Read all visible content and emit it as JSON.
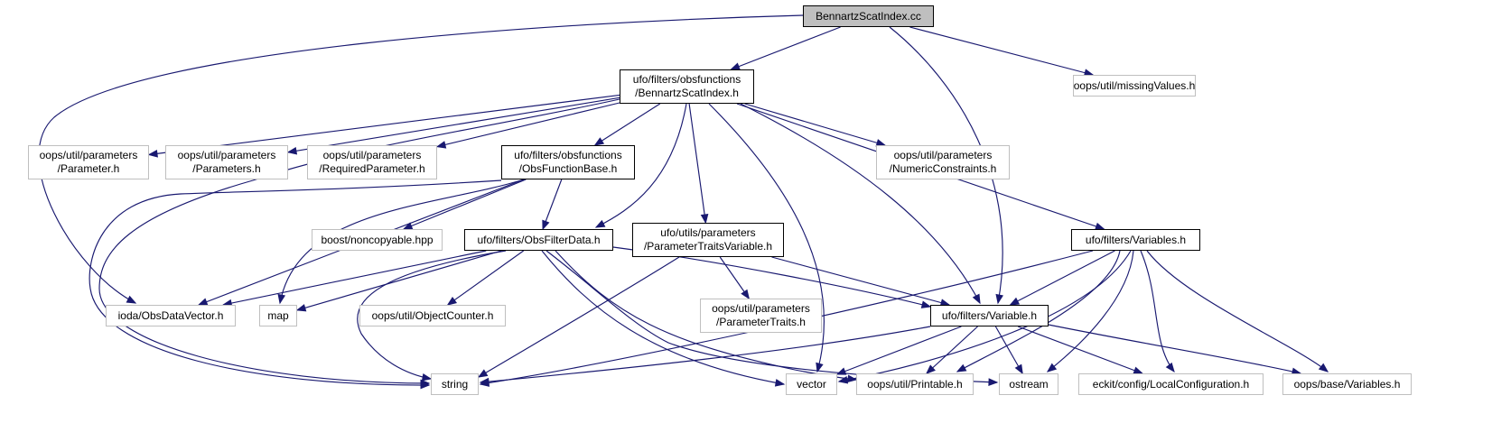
{
  "graph": {
    "colors": {
      "edge": "#191970",
      "root_fill": "#bfbfbf",
      "internal_border": "#000000",
      "external_border": "#bfbfbf"
    },
    "nodes": [
      {
        "id": "bsi_cc",
        "label": "BennartzScatIndex.cc",
        "kind": "root"
      },
      {
        "id": "bsi_h",
        "label": "ufo/filters/obsfunctions\n/BennartzScatIndex.h",
        "kind": "internal"
      },
      {
        "id": "missing",
        "label": "oops/util/missingValues.h",
        "kind": "external"
      },
      {
        "id": "param",
        "label": "oops/util/parameters\n/Parameter.h",
        "kind": "external"
      },
      {
        "id": "params",
        "label": "oops/util/parameters\n/Parameters.h",
        "kind": "external"
      },
      {
        "id": "reqparam",
        "label": "oops/util/parameters\n/RequiredParameter.h",
        "kind": "external"
      },
      {
        "id": "ofb",
        "label": "ufo/filters/obsfunctions\n/ObsFunctionBase.h",
        "kind": "internal"
      },
      {
        "id": "numc",
        "label": "oops/util/parameters\n/NumericConstraints.h",
        "kind": "external"
      },
      {
        "id": "boostnc",
        "label": "boost/noncopyable.hpp",
        "kind": "external"
      },
      {
        "id": "ofd",
        "label": "ufo/filters/ObsFilterData.h",
        "kind": "internal"
      },
      {
        "id": "ptv",
        "label": "ufo/utils/parameters\n/ParameterTraitsVariable.h",
        "kind": "internal"
      },
      {
        "id": "vars",
        "label": "ufo/filters/Variables.h",
        "kind": "internal"
      },
      {
        "id": "iodaodv",
        "label": "ioda/ObsDataVector.h",
        "kind": "external"
      },
      {
        "id": "map",
        "label": "map",
        "kind": "external"
      },
      {
        "id": "objcnt",
        "label": "oops/util/ObjectCounter.h",
        "kind": "external"
      },
      {
        "id": "ptraits",
        "label": "oops/util/parameters\n/ParameterTraits.h",
        "kind": "external"
      },
      {
        "id": "var",
        "label": "ufo/filters/Variable.h",
        "kind": "internal"
      },
      {
        "id": "string",
        "label": "string",
        "kind": "external"
      },
      {
        "id": "vector",
        "label": "vector",
        "kind": "external"
      },
      {
        "id": "printable",
        "label": "oops/util/Printable.h",
        "kind": "external"
      },
      {
        "id": "ostream",
        "label": "ostream",
        "kind": "external"
      },
      {
        "id": "localconf",
        "label": "eckit/config/LocalConfiguration.h",
        "kind": "external"
      },
      {
        "id": "oopsvars",
        "label": "oops/base/Variables.h",
        "kind": "external"
      }
    ],
    "edges": [
      {
        "from": "bsi_cc",
        "to": "bsi_h"
      },
      {
        "from": "bsi_cc",
        "to": "missing"
      },
      {
        "from": "bsi_cc",
        "to": "iodaodv"
      },
      {
        "from": "bsi_cc",
        "to": "var"
      },
      {
        "from": "bsi_h",
        "to": "param"
      },
      {
        "from": "bsi_h",
        "to": "params"
      },
      {
        "from": "bsi_h",
        "to": "reqparam"
      },
      {
        "from": "bsi_h",
        "to": "ofb"
      },
      {
        "from": "bsi_h",
        "to": "numc"
      },
      {
        "from": "bsi_h",
        "to": "ofd"
      },
      {
        "from": "bsi_h",
        "to": "ptv"
      },
      {
        "from": "bsi_h",
        "to": "vars"
      },
      {
        "from": "bsi_h",
        "to": "var"
      },
      {
        "from": "bsi_h",
        "to": "vector"
      },
      {
        "from": "bsi_h",
        "to": "string"
      },
      {
        "from": "ofb",
        "to": "ofd"
      },
      {
        "from": "ofb",
        "to": "boostnc"
      },
      {
        "from": "ofb",
        "to": "map"
      },
      {
        "from": "ofb",
        "to": "iodaodv"
      },
      {
        "from": "ofb",
        "to": "string"
      },
      {
        "from": "ofd",
        "to": "iodaodv"
      },
      {
        "from": "ofd",
        "to": "map"
      },
      {
        "from": "ofd",
        "to": "objcnt"
      },
      {
        "from": "ofd",
        "to": "string"
      },
      {
        "from": "ofd",
        "to": "vector"
      },
      {
        "from": "ofd",
        "to": "ostream"
      },
      {
        "from": "ofd",
        "to": "printable"
      },
      {
        "from": "ofd",
        "to": "var"
      },
      {
        "from": "ptv",
        "to": "ptraits"
      },
      {
        "from": "ptv",
        "to": "var"
      },
      {
        "from": "ptv",
        "to": "string"
      },
      {
        "from": "vars",
        "to": "var"
      },
      {
        "from": "vars",
        "to": "string"
      },
      {
        "from": "vars",
        "to": "vector"
      },
      {
        "from": "vars",
        "to": "printable"
      },
      {
        "from": "vars",
        "to": "ostream"
      },
      {
        "from": "vars",
        "to": "localconf"
      },
      {
        "from": "vars",
        "to": "oopsvars"
      },
      {
        "from": "var",
        "to": "string"
      },
      {
        "from": "var",
        "to": "vector"
      },
      {
        "from": "var",
        "to": "printable"
      },
      {
        "from": "var",
        "to": "ostream"
      },
      {
        "from": "var",
        "to": "localconf"
      },
      {
        "from": "var",
        "to": "oopsvars"
      }
    ]
  }
}
